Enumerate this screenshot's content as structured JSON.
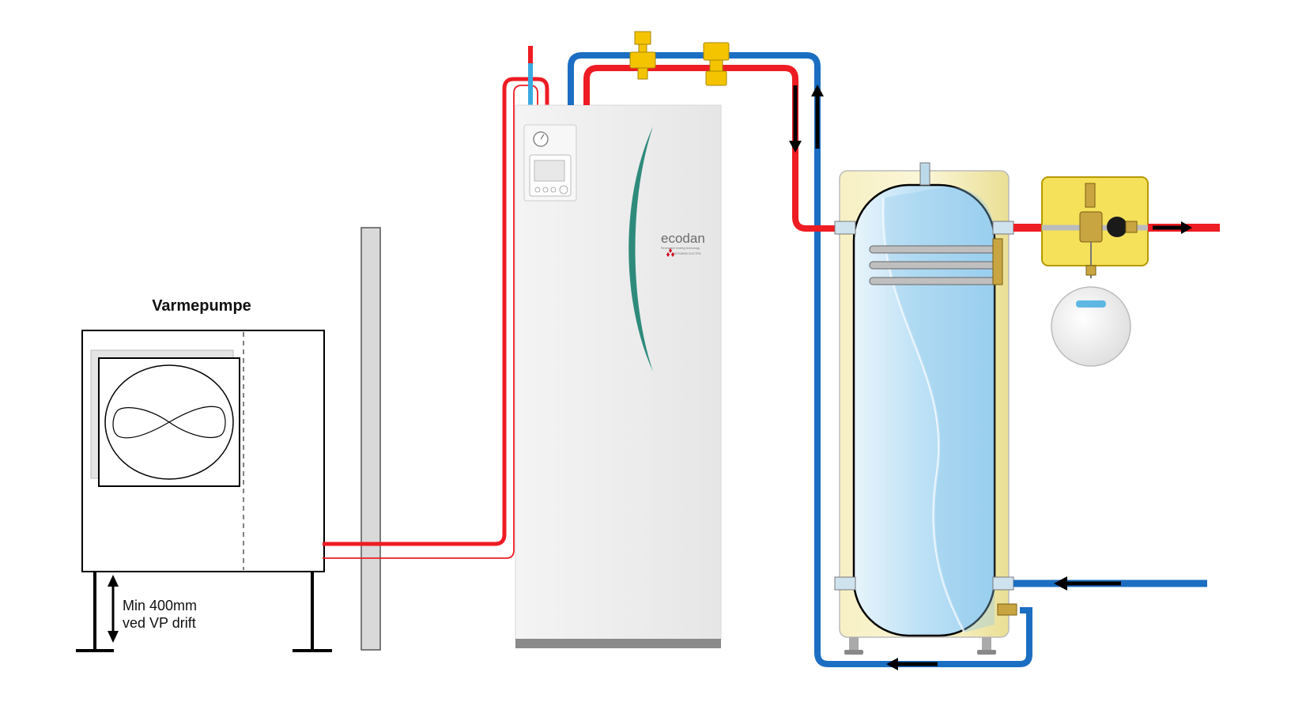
{
  "outdoor_unit": {
    "title": "Varmepumpe",
    "clearance_line1": "Min 400mm",
    "clearance_line2": "ved VP drift"
  },
  "indoor_unit": {
    "brand": "ecodan",
    "tagline": "Renewable heating technology",
    "maker": "MITSUBISHI ELECTRIC"
  },
  "colors": {
    "hot_pipe": "#ee1c23",
    "cold_pipe": "#1b6ec2",
    "valve": "#f5c400",
    "tank_fill": "#cfe9f8",
    "tank_jacket": "#f5ecb0",
    "ecodan_accent": "#2e8b7c",
    "cabinet": "#ececec"
  }
}
